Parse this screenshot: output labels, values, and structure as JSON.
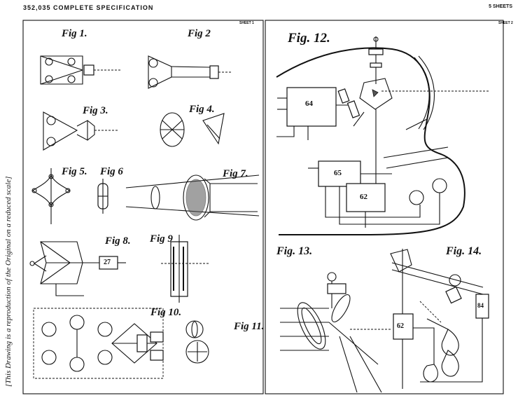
{
  "header": {
    "left": "352,035  COMPLETE  SPECIFICATION",
    "right": "5 SHEETS"
  },
  "sheet_labels": {
    "left": "SHEET 1",
    "right": "SHEET 2"
  },
  "side_note": "[This Drawing is a reproduction of the Original on a reduced scale]",
  "figures": {
    "fig1": "Fig 1.",
    "fig2": "Fig 2",
    "fig3": "Fig 3.",
    "fig4": "Fig 4.",
    "fig5": "Fig 5.",
    "fig6": "Fig 6",
    "fig7": "Fig 7.",
    "fig8": "Fig 8.",
    "fig9": "Fig 9",
    "fig10": "Fig 10.",
    "fig11": "Fig 11.",
    "fig12": "Fig. 12.",
    "fig13": "Fig. 13.",
    "fig14": "Fig. 14."
  },
  "box_labels": {
    "b64": "64",
    "b65": "65",
    "b62": "62",
    "b62b": "62",
    "b27": "27",
    "b84": "84"
  }
}
